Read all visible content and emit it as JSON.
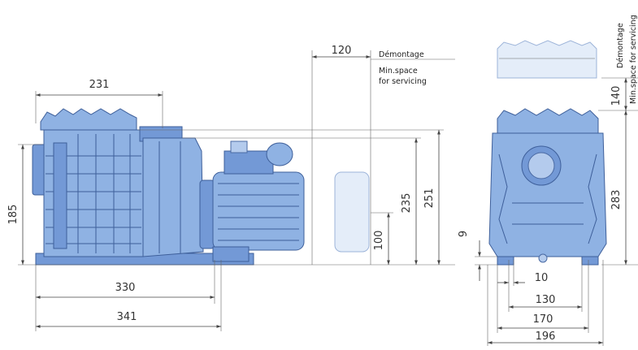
{
  "diagram": {
    "colors": {
      "pump_body": "#8fb2e3",
      "pump_dark": "#7399d6",
      "pump_outline": "#3e5f9a",
      "ghost_part": "#e4edf9",
      "dimension_line": "#444444"
    },
    "dimensions": {
      "d231": "231",
      "d185": "185",
      "d330": "330",
      "d341": "341",
      "d120": "120",
      "d235": "235",
      "d251": "251",
      "d100": "100",
      "d283": "283",
      "d140": "140",
      "d9": "9",
      "d10": "10",
      "d130": "130",
      "d170": "170",
      "d196": "196"
    },
    "notes": {
      "demontage": "Démontage",
      "servicing_line1": "Min.space",
      "servicing_line2": "for servicing",
      "side_demontage": "Démontage",
      "side_servicing": "Min.space for servicing"
    }
  }
}
